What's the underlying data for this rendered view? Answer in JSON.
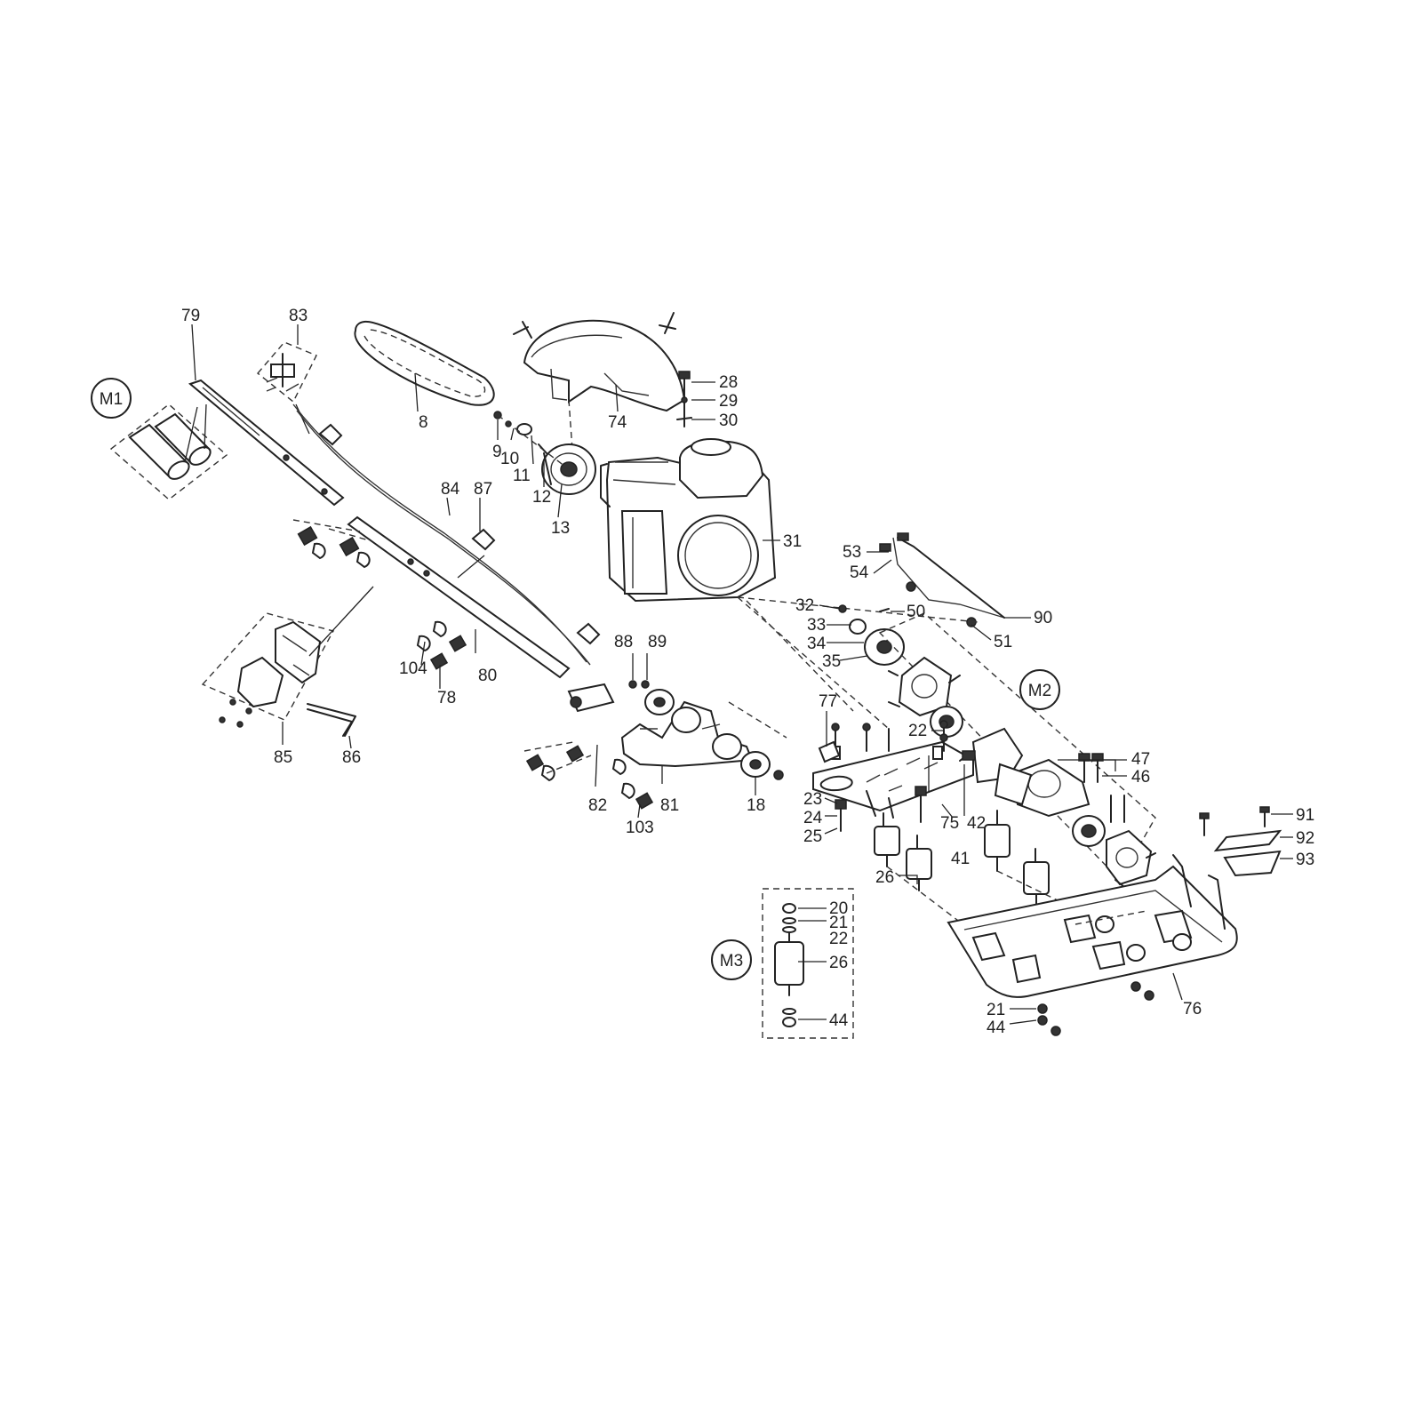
{
  "callouts": [
    {
      "id": "M1",
      "text": "M1"
    },
    {
      "id": "M2",
      "text": "M2"
    },
    {
      "id": "M3",
      "text": "M3"
    }
  ],
  "labels": {
    "l79": "79",
    "l83": "83",
    "l8": "8",
    "l74": "74",
    "l28": "28",
    "l29": "29",
    "l30": "30",
    "l9": "9",
    "l10": "10",
    "l11": "11",
    "l12": "12",
    "l13": "13",
    "l31": "31",
    "l84": "84",
    "l87": "87",
    "l53": "53",
    "l54": "54",
    "l32": "32",
    "l33": "33",
    "l34": "34",
    "l35": "35",
    "l50": "50",
    "l51": "51",
    "l90": "90",
    "l88": "88",
    "l89": "89",
    "l104": "104",
    "l80": "80",
    "l78": "78",
    "l85": "85",
    "l86": "86",
    "l82": "82",
    "l103": "103",
    "l81": "81",
    "l18": "18",
    "l77": "77",
    "l22a": "22",
    "l23": "23",
    "l24": "24",
    "l25": "25",
    "l75": "75",
    "l42": "42",
    "l41": "41",
    "l47": "47",
    "l46": "46",
    "l26a": "26",
    "l91": "91",
    "l92": "92",
    "l93": "93",
    "l20": "20",
    "l21a": "21",
    "l22b": "22",
    "l26b": "26",
    "l44a": "44",
    "l21b": "21",
    "l44b": "44",
    "l76": "76"
  }
}
